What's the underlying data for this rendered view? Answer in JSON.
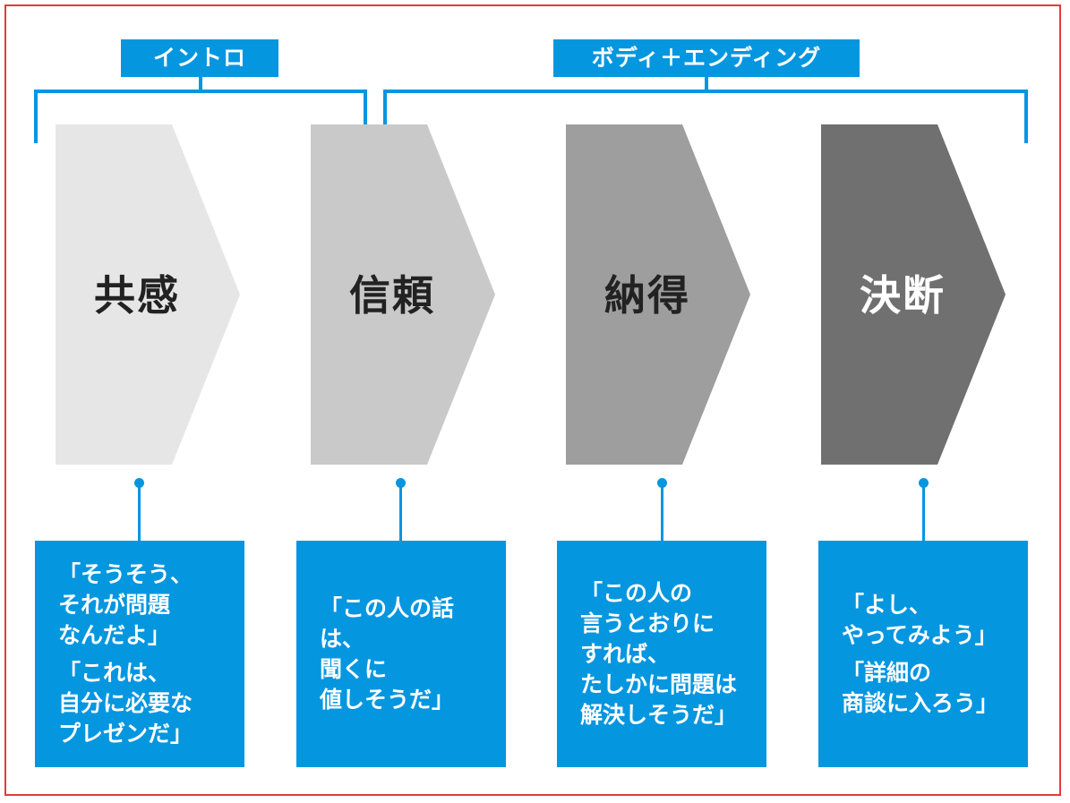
{
  "sections": {
    "intro_label": "イントロ",
    "body_label": "ボディ＋エンディング"
  },
  "stages": [
    {
      "label": "共感",
      "fill": "#e6e6e6",
      "text_color": "#222222"
    },
    {
      "label": "信頼",
      "fill": "#c9c9c9",
      "text_color": "#222222"
    },
    {
      "label": "納得",
      "fill": "#9e9e9e",
      "text_color": "#222222"
    },
    {
      "label": "決断",
      "fill": "#707070",
      "text_color": "#ffffff"
    }
  ],
  "quotes": [
    [
      "「そうそう、\nそれが問題\nなんだよ」",
      "「これは、\n自分に必要な\nプレゼンだ」"
    ],
    [
      "「この人の話は、\n聞くに\n値しそうだ」"
    ],
    [
      "「この人の\n言うとおりに\nすれば、\nたしかに問題は\n解決しそうだ」"
    ],
    [
      "「よし、\nやってみよう」",
      "「詳細の\n商談に入ろう」"
    ]
  ],
  "colors": {
    "accent": "#0596e0",
    "frame": "#e23a3a"
  }
}
